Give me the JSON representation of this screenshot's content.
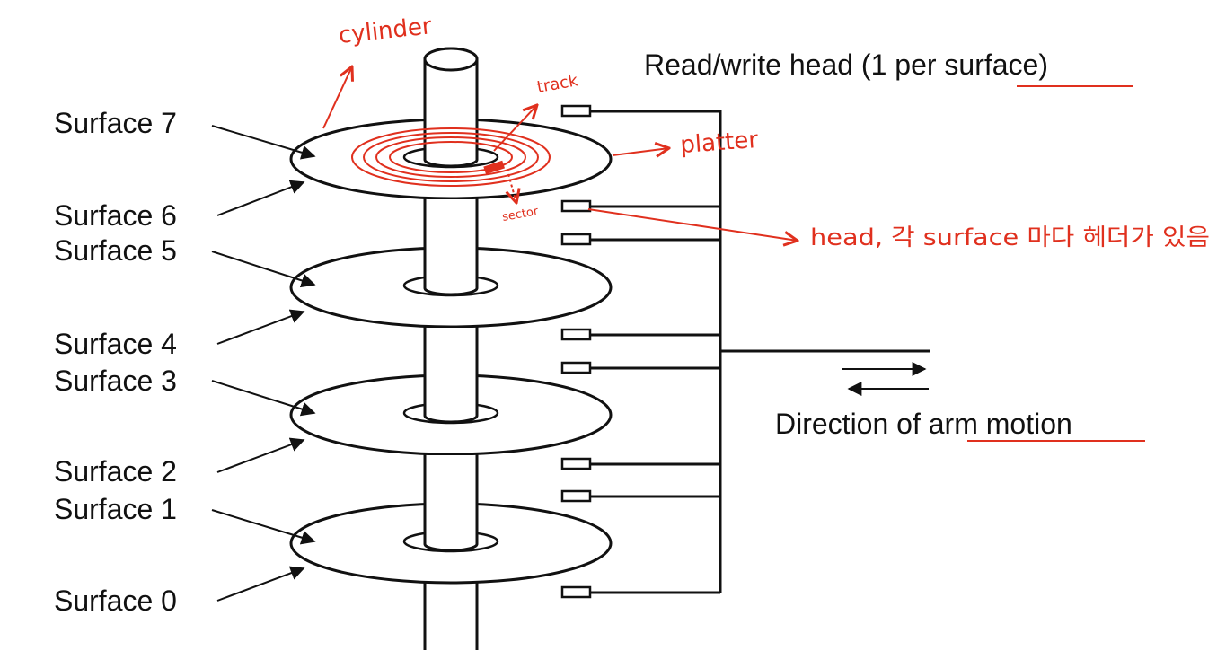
{
  "surface_labels": [
    "Surface 7",
    "Surface 6",
    "Surface 5",
    "Surface 4",
    "Surface 3",
    "Surface 2",
    "Surface 1",
    "Surface 0"
  ],
  "head_caption": "Read/write head (1 per surface)",
  "motion_caption": "Direction of arm motion",
  "annotations": {
    "cylinder": "cylinder",
    "track": "track",
    "platter": "platter",
    "sector": "sector",
    "head_note": "head, 각 surface 마다 헤더가 있음"
  },
  "colors": {
    "ink": "#111111",
    "annotation": "#e0301e"
  }
}
